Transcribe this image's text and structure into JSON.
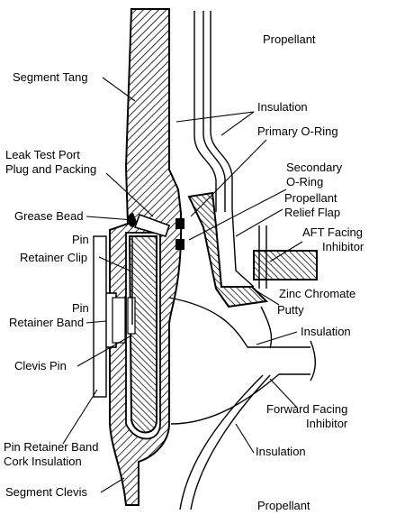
{
  "labels": {
    "propellant_top": "Propellant",
    "segment_tang": "Segment Tang",
    "insulation_upper": "Insulation",
    "primary_oring": "Primary O-Ring",
    "leak_test_port_1": "Leak Test Port",
    "leak_test_port_2": "Plug and Packing",
    "secondary_oring_1": "Secondary",
    "secondary_oring_2": "O-Ring",
    "grease_bead": "Grease Bead",
    "propellant_relief_1": "Propellant",
    "propellant_relief_2": "Relief Flap",
    "pin_retainer_clip_1": "Pin",
    "pin_retainer_clip_2": "Retainer Clip",
    "aft_facing_1": "AFT Facing",
    "aft_facing_2": "Inhibitor",
    "zinc_chromate_1": "Zinc Chromate",
    "zinc_chromate_2": "Putty",
    "pin_retainer_band_1": "Pin",
    "pin_retainer_band_2": "Retainer Band",
    "insulation_mid": "Insulation",
    "clevis_pin": "Clevis Pin",
    "forward_facing_1": "Forward Facing",
    "forward_facing_2": "Inhibitor",
    "cork_insulation_1": "Pin Retainer Band",
    "cork_insulation_2": "Cork Insulation",
    "insulation_lower": "Insulation",
    "segment_clevis": "Segment Clevis",
    "propellant_bottom": "Propellant"
  }
}
